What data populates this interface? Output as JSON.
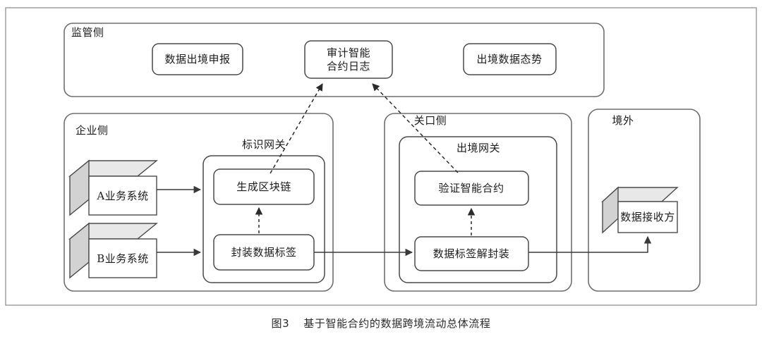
{
  "figure": {
    "caption_number": "图3",
    "caption_text": "基于智能合约的数据跨境流动总体流程",
    "border_color": "#8a8a8a",
    "line_color": "#4a4a4a",
    "text_color": "#1c1c1c",
    "box3d_top_fill": "#e8e8e8",
    "box3d_side_fill": "#d2d2d2",
    "box_fill": "#ffffff"
  },
  "panels": [
    {
      "id": "regulator",
      "label": "监管侧",
      "nodes": [
        {
          "id": "declaration",
          "label": "数据出境申报"
        },
        {
          "id": "audit-log",
          "label": "审计智能\n合约日志",
          "line1": "审计智能",
          "line2": "合约日志"
        },
        {
          "id": "situation",
          "label": "出境数据态势"
        }
      ]
    },
    {
      "id": "enterprise",
      "label": "企业侧",
      "subpanel": {
        "id": "id-gateway",
        "label": "标识网关"
      },
      "nodes": [
        {
          "id": "gen-blockchain",
          "label": "生成区块链"
        },
        {
          "id": "pack-data-tag",
          "label": "封装数据标签"
        }
      ],
      "systems": [
        {
          "id": "system-a",
          "label": "A业务系统"
        },
        {
          "id": "system-b",
          "label": "B业务系统"
        }
      ]
    },
    {
      "id": "customs",
      "label": "关口侧",
      "subpanel": {
        "id": "exit-gateway",
        "label": "出境网关"
      },
      "nodes": [
        {
          "id": "verify-contract",
          "label": "验证智能合约"
        },
        {
          "id": "unpack-data-tag",
          "label": "数据标签解封装"
        }
      ]
    },
    {
      "id": "overseas",
      "label": "境外",
      "systems": [
        {
          "id": "data-receiver",
          "label": "数据接收方"
        }
      ]
    }
  ],
  "connections": [
    {
      "id": "a-to-gateway",
      "style": "solid",
      "from": "system-a",
      "to": "id-gateway"
    },
    {
      "id": "b-to-gateway",
      "style": "solid",
      "from": "system-b",
      "to": "id-gateway"
    },
    {
      "id": "pack-to-gen",
      "style": "dashed",
      "from": "pack-data-tag",
      "to": "gen-blockchain"
    },
    {
      "id": "pack-to-unpack",
      "style": "solid",
      "from": "pack-data-tag",
      "to": "unpack-data-tag"
    },
    {
      "id": "unpack-to-verify",
      "style": "dashed",
      "from": "unpack-data-tag",
      "to": "verify-contract"
    },
    {
      "id": "unpack-to-receiver",
      "style": "solid",
      "from": "unpack-data-tag",
      "to": "data-receiver"
    },
    {
      "id": "gen-to-audit",
      "style": "dashed",
      "from": "gen-blockchain",
      "to": "audit-log"
    },
    {
      "id": "verify-to-audit",
      "style": "dashed",
      "from": "verify-contract",
      "to": "audit-log"
    }
  ]
}
